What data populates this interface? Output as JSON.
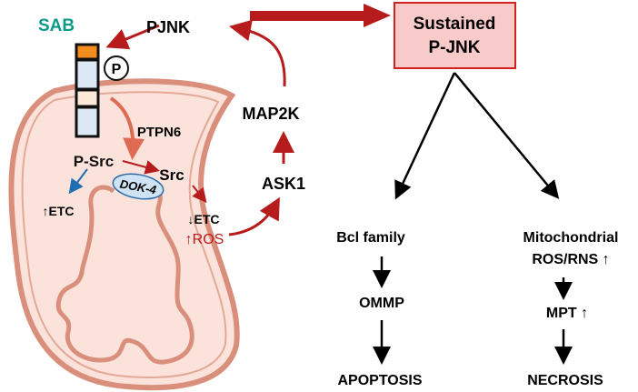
{
  "labels": {
    "sab": "SAB",
    "p": "P",
    "pjnk": "PJNK",
    "map2k": "MAP2K",
    "ask1": "ASK1",
    "ptpn6": "PTPN6",
    "psrc": "P-Src",
    "src": "Src",
    "dok4": "DOK-4",
    "etc_up": "↑ETC",
    "etc_down": "↓ETC",
    "ros_up": "↑ROS",
    "sustained_line1": "Sustained",
    "sustained_line2": "P-JNK",
    "bcl_family": "Bcl family",
    "ommp": "OMMP",
    "apoptosis": "APOPTOSIS",
    "mito_line1": "Mitochondrial",
    "mito_line2": "ROS/RNS ↑",
    "mpt": "MPT ↑",
    "necrosis": "NECROSIS"
  },
  "colors": {
    "sab": "#0e9a8a",
    "red_arrow": "#b71c1c",
    "blue_arrow": "#1f6fb5",
    "box_fill": "#f8caca",
    "box_border": "#d32020",
    "mito_fill": "#fbe3dc",
    "mito_stroke": "#d98f7c"
  }
}
